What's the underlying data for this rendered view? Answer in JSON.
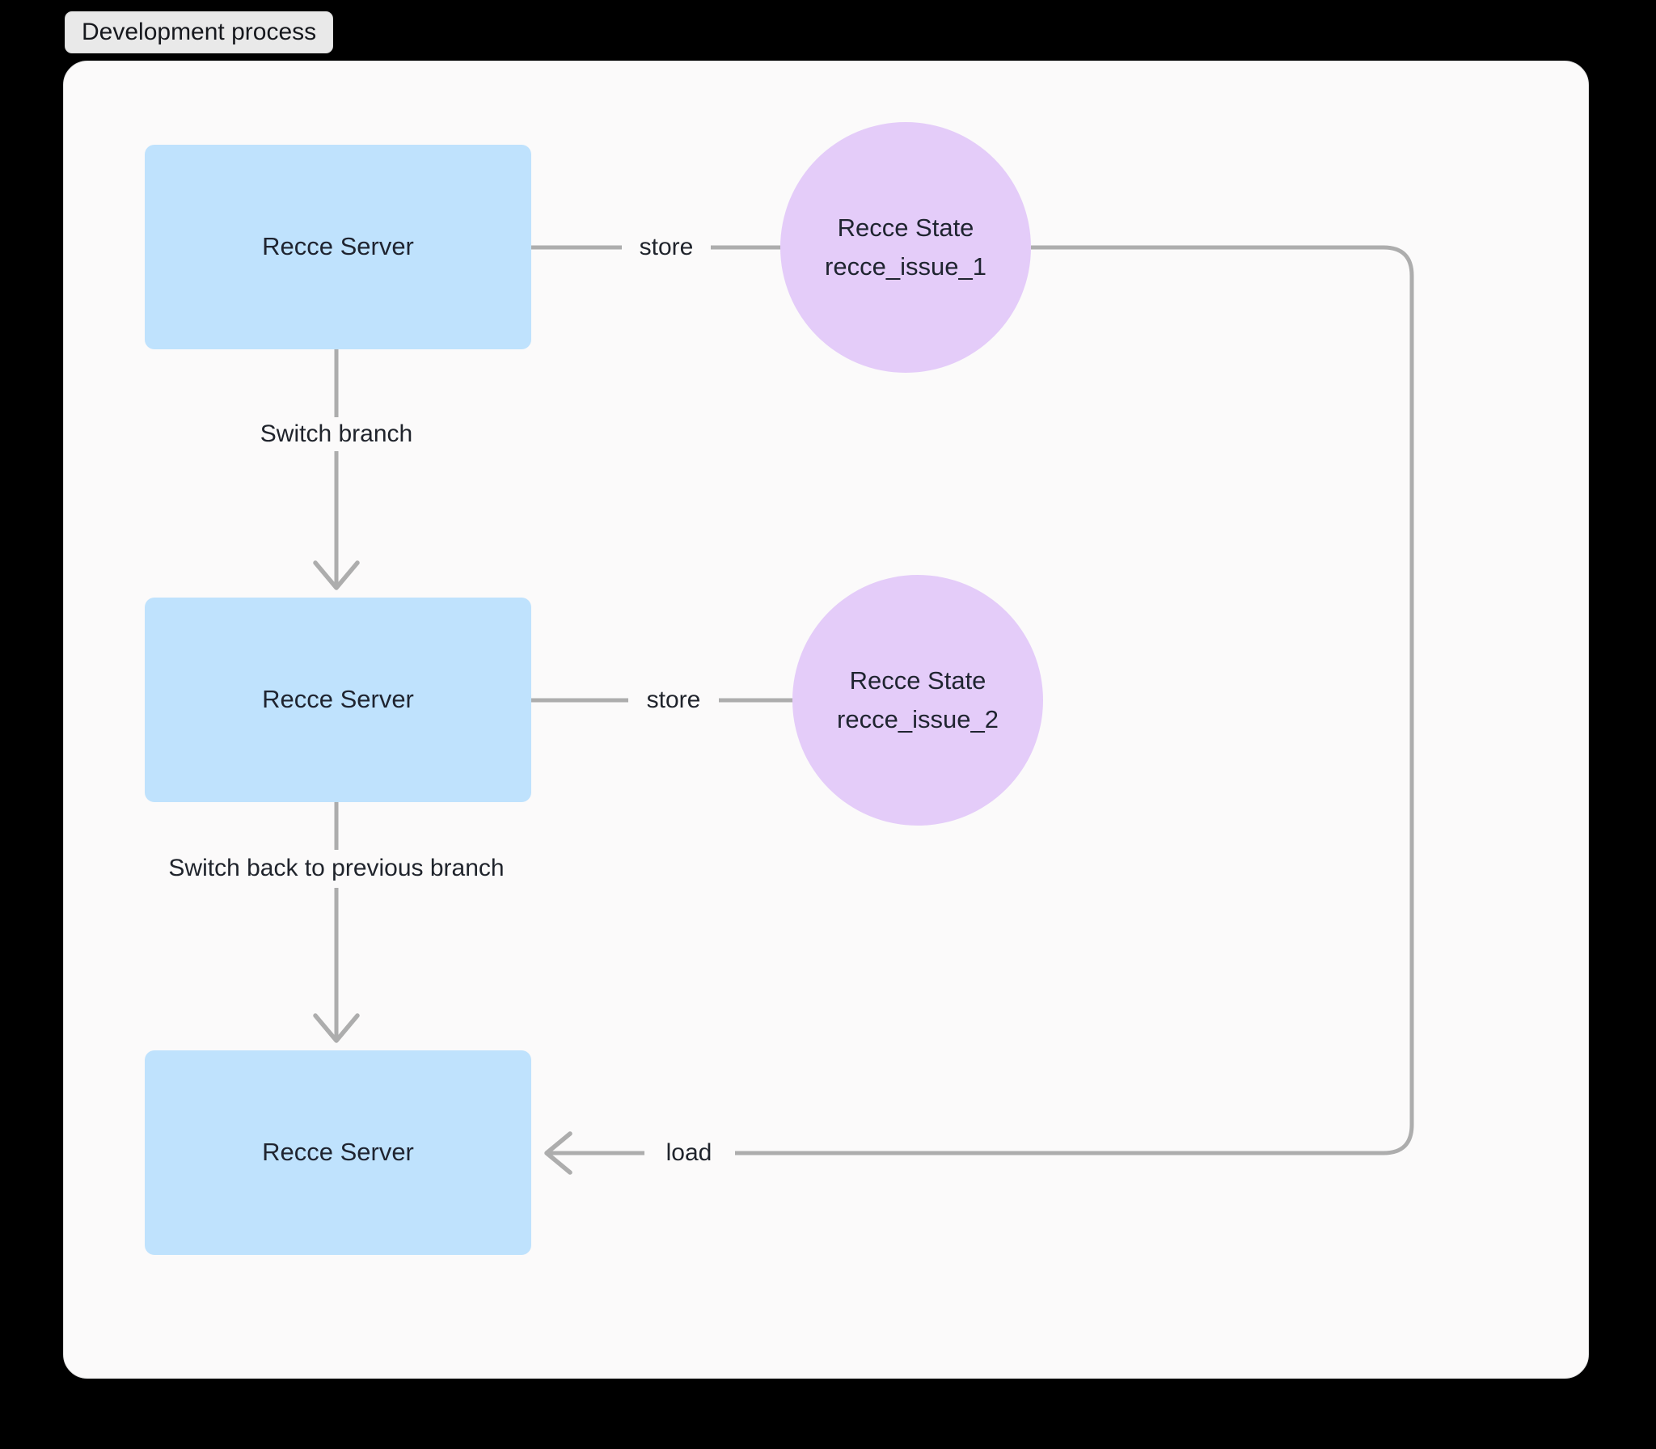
{
  "title_chip": {
    "label": "Development process"
  },
  "colors": {
    "page_background": "#000000",
    "panel_background": "#fbfafa",
    "panel_border": "#e3e3e3",
    "chip_background": "#e9e9e9",
    "server_node_fill": "#bfe2fd",
    "state_node_fill": "#e4ccf9",
    "edge_stroke": "#adadad",
    "node_text": "#1f2430"
  },
  "diagram": {
    "type": "flowchart",
    "direction": "top-down",
    "nodes": [
      {
        "id": "server1",
        "shape": "rect",
        "label": "Recce Server"
      },
      {
        "id": "state1",
        "shape": "circle",
        "label_line1": "Recce State",
        "label_line2": "recce_issue_1"
      },
      {
        "id": "server2",
        "shape": "rect",
        "label": "Recce Server"
      },
      {
        "id": "state2",
        "shape": "circle",
        "label_line1": "Recce State",
        "label_line2": "recce_issue_2"
      },
      {
        "id": "server3",
        "shape": "rect",
        "label": "Recce Server"
      }
    ],
    "edges": [
      {
        "id": "e1",
        "from": "server1",
        "to": "state1",
        "label": "store"
      },
      {
        "id": "e2",
        "from": "server1",
        "to": "server2",
        "label": "Switch branch"
      },
      {
        "id": "e3",
        "from": "server2",
        "to": "state2",
        "label": "store"
      },
      {
        "id": "e4",
        "from": "server2",
        "to": "server3",
        "label": "Switch back to previous branch"
      },
      {
        "id": "e5",
        "from": "state1",
        "to": "server3",
        "label": "load"
      }
    ]
  }
}
